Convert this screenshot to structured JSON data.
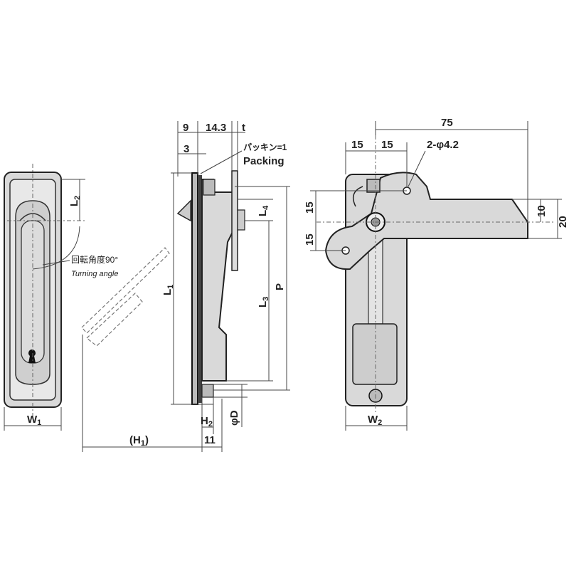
{
  "labels": {
    "w1": "W",
    "w1_sub": "1",
    "l2": "L",
    "l2_sub": "2",
    "turning_jp": "回転角度90°",
    "turning_en": "Turning angle",
    "h1": "(H",
    "h1_sub": "1",
    "h1_close": ")",
    "dim_9": "9",
    "dim_14_3": "14.3",
    "dim_t": "t",
    "dim_3": "3",
    "packing_jp": "パッキン=1",
    "packing_en": "Packing",
    "l1": "L",
    "l1_sub": "1",
    "l3": "L",
    "l3_sub": "3",
    "l4": "L",
    "l4_sub": "4",
    "p": "P",
    "h2": "H",
    "h2_sub": "2",
    "dim_11": "11",
    "phi_d": "φD",
    "dim_75": "75",
    "dim_15a": "15",
    "dim_15b": "15",
    "holes": "2-φ4.2",
    "dim_15c": "15",
    "dim_15d": "15",
    "dim_10": "10",
    "dim_20": "20",
    "w2": "W",
    "w2_sub": "2"
  }
}
